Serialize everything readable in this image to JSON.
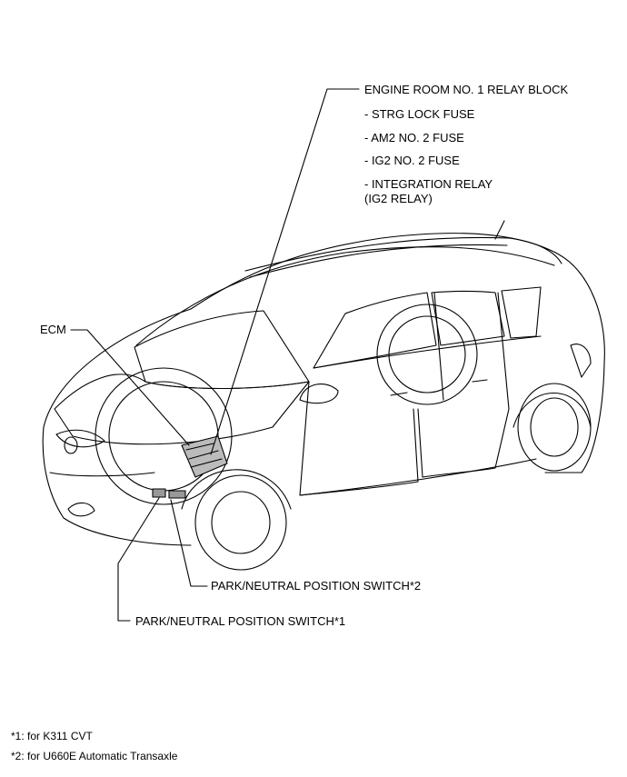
{
  "labels": {
    "relay_block": "ENGINE ROOM NO. 1 RELAY BLOCK",
    "fuse_strg": "- STRG LOCK FUSE",
    "fuse_am2": "- AM2 NO. 2 FUSE",
    "fuse_ig2": "- IG2 NO. 2 FUSE",
    "relay_integration": "- INTEGRATION RELAY",
    "relay_ig2": "(IG2 RELAY)",
    "ecm": "ECM",
    "pnp_switch_2": "PARK/NEUTRAL POSITION SWITCH*2",
    "pnp_switch_1": "PARK/NEUTRAL POSITION SWITCH*1"
  },
  "footnotes": {
    "note_1": "*1: for K311 CVT",
    "note_2": "*2: for U660E Automatic Transaxle"
  },
  "colors": {
    "line": "#000000",
    "background": "#ffffff"
  }
}
